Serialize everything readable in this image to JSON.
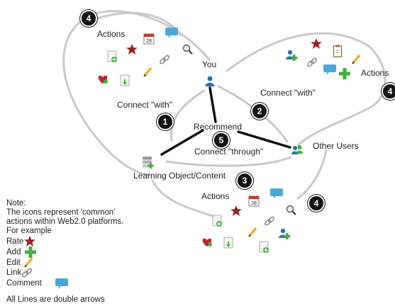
{
  "nodes": {
    "you": "You",
    "other_users": "Other Users",
    "learning_object": "Learning Object/Content",
    "recommend": "Recommend",
    "actions_top_left": "Actions",
    "actions_right": "Actions",
    "actions_bottom": "Actions"
  },
  "edges": {
    "connect_with_left": "Connect \"with\"",
    "connect_with_right": "Connect \"with\"",
    "connect_through": "Connect \"through\""
  },
  "badges": {
    "b1": "1",
    "b2": "2",
    "b3": "3",
    "b4_top_left": "4",
    "b4_right": "4",
    "b4_bottom": "4",
    "b5": "5"
  },
  "note": {
    "line1": "Note:",
    "line2": "The icons represent 'common'",
    "line3": "actions within Web2.0 platforms.",
    "line4": "For example",
    "rate": "Rate",
    "add": "Add",
    "edit": "Edit",
    "link": "Link",
    "comment": "Comment",
    "footer": "All Lines are double arrows"
  },
  "icons": [
    "calendar-icon",
    "comment-icon",
    "star-icon",
    "search-icon",
    "add-document-icon",
    "link-icon",
    "heart-icon",
    "download-document-icon",
    "pencil-icon",
    "add-user-icon",
    "clipboard-icon",
    "add-icon",
    "user-icon",
    "users-icon",
    "database-icon"
  ],
  "colors": {
    "curve": "#c9c9c9",
    "line": "#111111",
    "badge": "#141414",
    "star": "#9c1f1f",
    "comment": "#4aa8d8",
    "add": "#3db13a",
    "user": "#2b6fb3"
  }
}
